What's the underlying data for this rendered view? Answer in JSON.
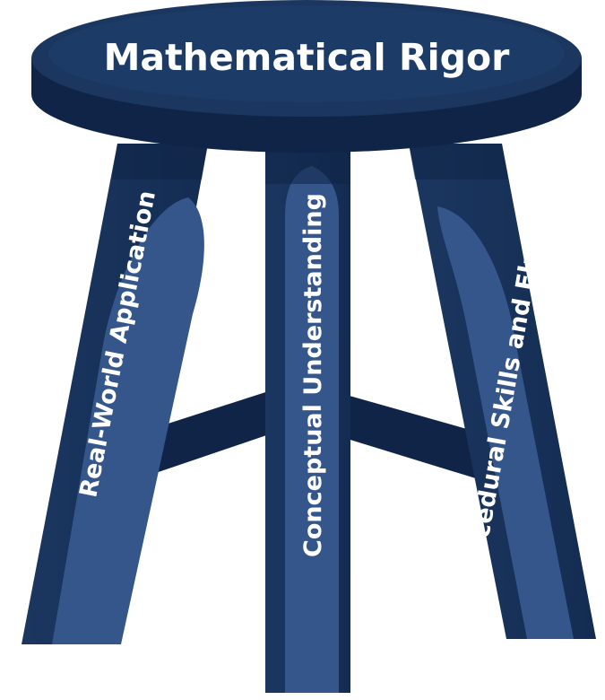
{
  "diagram": {
    "seat_label": "Mathematical Rigor",
    "legs": {
      "left": "Real-World Application",
      "center": "Conceptual Understanding",
      "right": "Procedural Skills and Fluency"
    },
    "colors": {
      "base": "#1b3760",
      "dark": "#0f2446",
      "highlight": "#34568a",
      "text": "#ffffff"
    }
  }
}
